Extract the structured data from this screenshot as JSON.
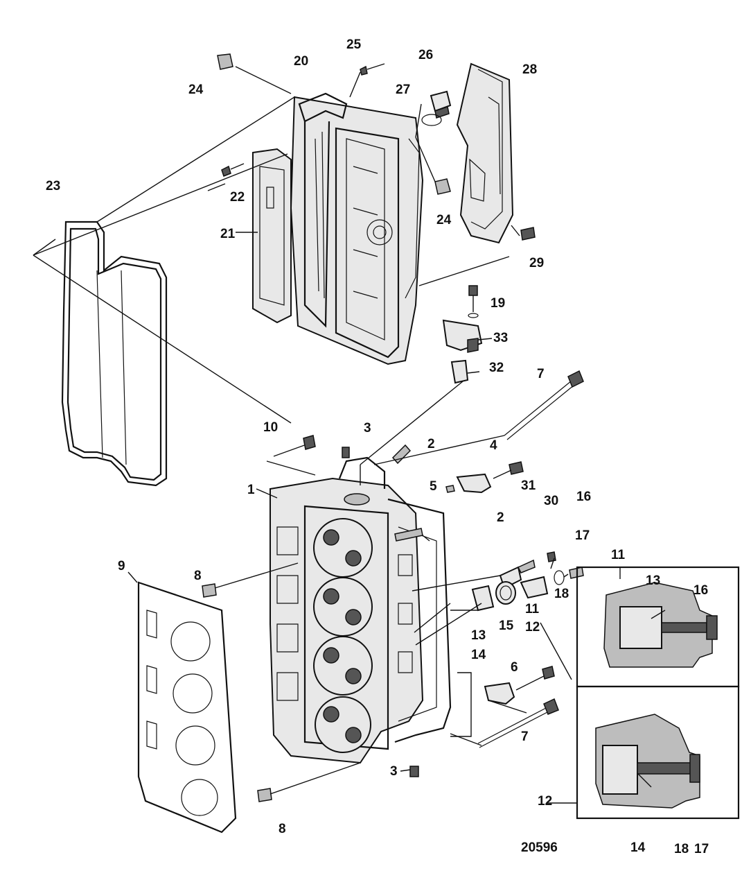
{
  "figure_id": "20596",
  "callouts": {
    "c1": "1",
    "c2a": "2",
    "c2b": "2",
    "c3a": "3",
    "c3b": "3",
    "c4": "4",
    "c5": "5",
    "c6": "6",
    "c7a": "7",
    "c7b": "7",
    "c8a": "8",
    "c8b": "8",
    "c9": "9",
    "c10": "10",
    "c11a": "11",
    "c11b": "11",
    "c12a": "12",
    "c12b": "12",
    "c13a": "13",
    "c13b": "13",
    "c14a": "14",
    "c14b": "14",
    "c15": "15",
    "c16a": "16",
    "c16b": "16",
    "c17a": "17",
    "c17b": "17",
    "c18a": "18",
    "c18b": "18",
    "c19": "19",
    "c20": "20",
    "c21": "21",
    "c22": "22",
    "c23": "23",
    "c24a": "24",
    "c24b": "24",
    "c25": "25",
    "c26": "26",
    "c27": "27",
    "c28": "28",
    "c29": "29",
    "c30": "30",
    "c31": "31",
    "c32": "32",
    "c33": "33"
  }
}
